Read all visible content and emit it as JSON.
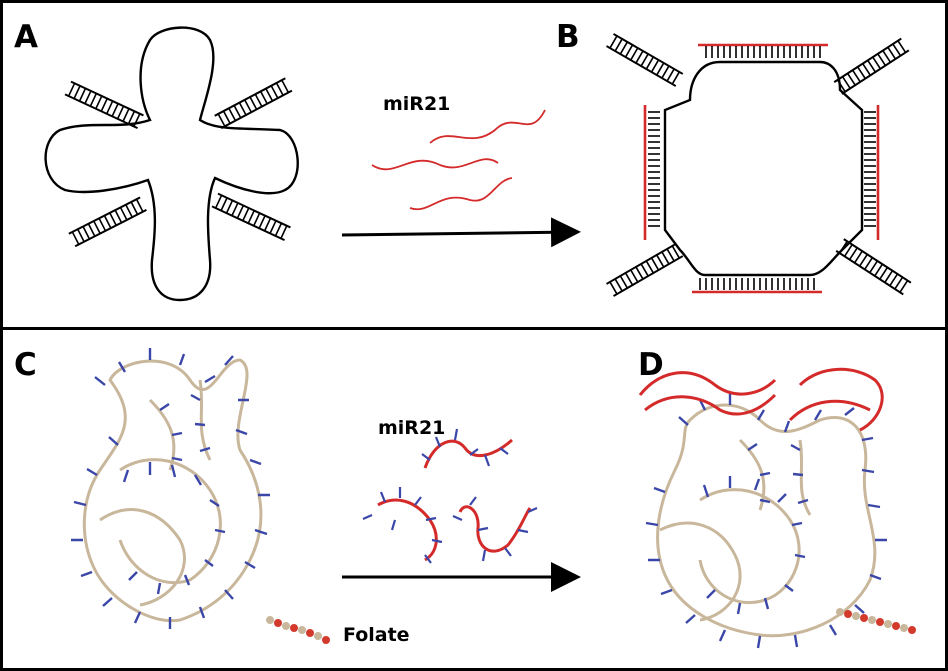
{
  "panels": {
    "a": {
      "label": "A"
    },
    "b": {
      "label": "B"
    },
    "c": {
      "label": "C"
    },
    "d": {
      "label": "D"
    }
  },
  "top_reagent": "miR21",
  "bottom_reagent": "miR21",
  "folate_label": "Folate",
  "colors": {
    "border": "#000000",
    "target_strand": "#d42a2a",
    "rna_backbone": "#c9b79c",
    "base": "#3b47a8",
    "folate_red": "#d33a2c"
  }
}
